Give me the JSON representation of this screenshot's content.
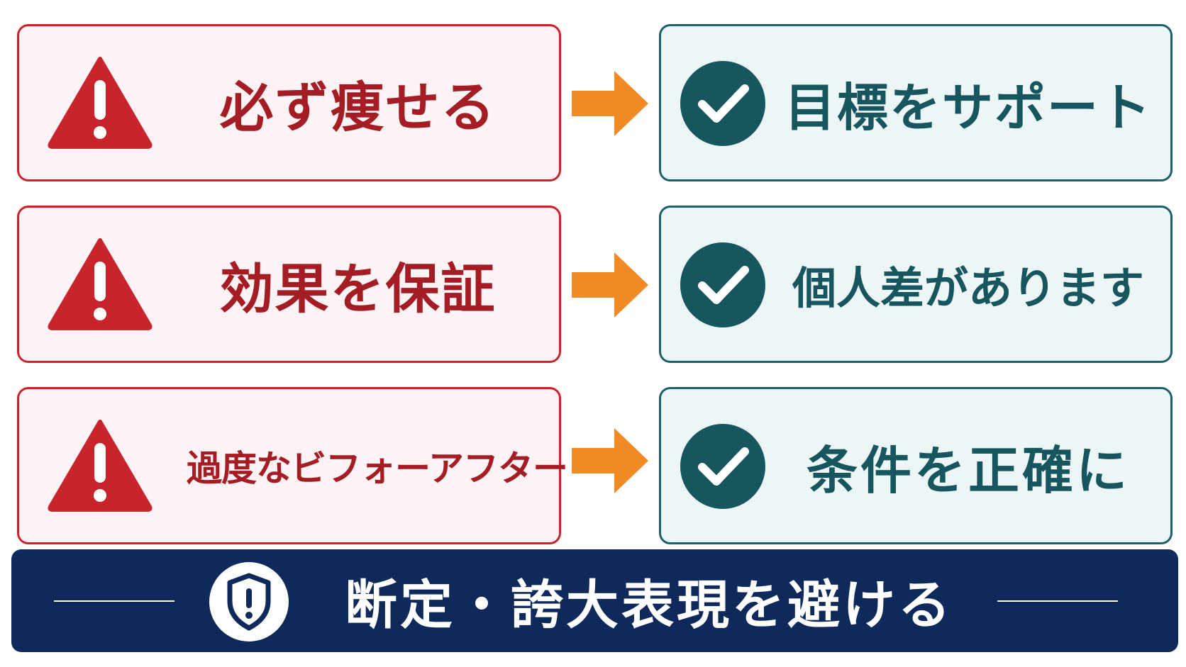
{
  "rows": [
    {
      "ng_text": "必ず痩せる",
      "ok_text": "目標をサポート"
    },
    {
      "ng_text": "効果を保証",
      "ok_text": "個人差があります"
    },
    {
      "ng_text": "過度なビフォーアフター",
      "ok_text": "条件を正確に"
    }
  ],
  "banner": {
    "text": "断定・誇大表現を避ける"
  },
  "icons": {
    "warning": "warning-triangle-icon",
    "check": "check-circle-icon",
    "arrow": "arrow-right-icon",
    "shield": "shield-alert-icon"
  },
  "colors": {
    "ng_border": "#c8242b",
    "ng_background": "#fdf3f4",
    "ng_text": "#a51d24",
    "ok_border": "#1f5f6b",
    "ok_background": "#edf6f6",
    "ok_text": "#17555f",
    "arrow": "#f08a24",
    "banner_background": "#0f2a5a"
  }
}
